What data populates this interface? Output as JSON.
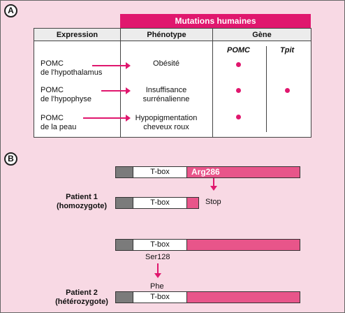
{
  "panels": {
    "a": "A",
    "b": "B"
  },
  "table": {
    "mutations_header": "Mutations humaines",
    "col_expression": "Expression",
    "col_phenotype": "Phénotype",
    "col_gene": "Gène",
    "gene_pomc": "POMC",
    "gene_tpit": "Tpit",
    "rows": [
      {
        "expr1": "POMC",
        "expr2": "de l'hypothalamus",
        "pheno1": "Obésité",
        "pheno2": "",
        "pomc": true,
        "tpit": false
      },
      {
        "expr1": "POMC",
        "expr2": "de l'hypophyse",
        "pheno1": "Insuffisance",
        "pheno2": "surrénalienne",
        "pomc": true,
        "tpit": true
      },
      {
        "expr1": "POMC",
        "expr2": "de la peau",
        "pheno1": "Hypopigmentation",
        "pheno2": "cheveux roux",
        "pomc": true,
        "tpit": false
      }
    ]
  },
  "genes": {
    "tbox": "T-box",
    "arg286": "Arg286",
    "stop": "Stop",
    "ser128": "Ser128",
    "phe": "Phe",
    "patient1_line1": "Patient 1",
    "patient1_line2": "(homozygote)",
    "patient2_line1": "Patient 2",
    "patient2_line2": "(hétérozygote)"
  },
  "colors": {
    "accent": "#e0176e",
    "pink_bar": "#e8558a",
    "background": "#f8d9e4",
    "grey_domain": "#7b7b7b"
  }
}
